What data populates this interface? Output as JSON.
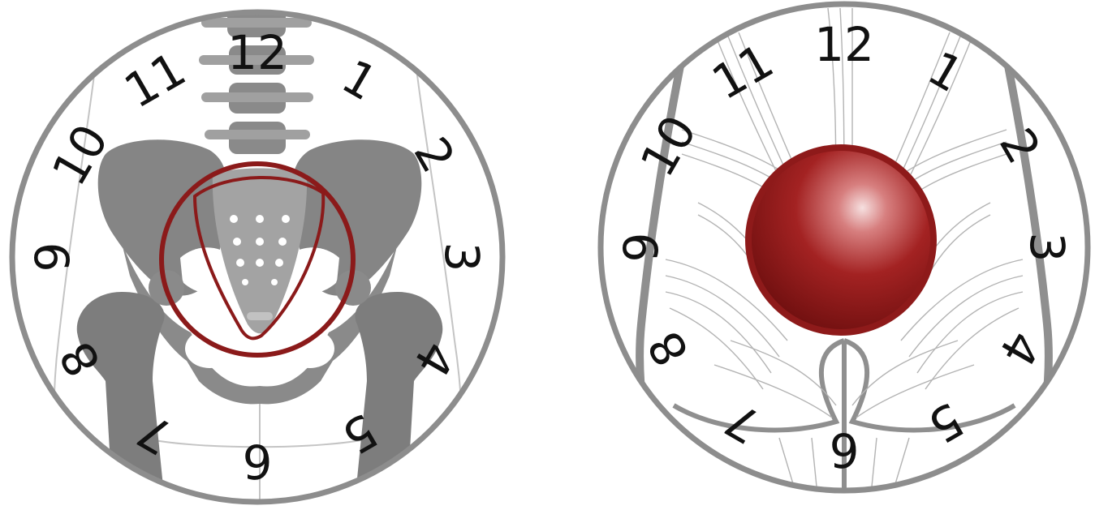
{
  "colors": {
    "rim": "#8a8a8a",
    "bone": "#7a7a7a",
    "bone_light": "#9a9a9a",
    "muscle_line": "#b8b8b8",
    "red": "#8e1a1a",
    "red_highlight": "#f3d6d6",
    "numerals": "#111111"
  },
  "left_clock": {
    "numerals": [
      "12",
      "1",
      "2",
      "3",
      "4",
      "5",
      "6",
      "7",
      "8",
      "9",
      "10",
      "11"
    ]
  },
  "right_clock": {
    "numerals": [
      "12",
      "1",
      "2",
      "3",
      "4",
      "5",
      "6",
      "7",
      "8",
      "9",
      "10",
      "11"
    ]
  }
}
